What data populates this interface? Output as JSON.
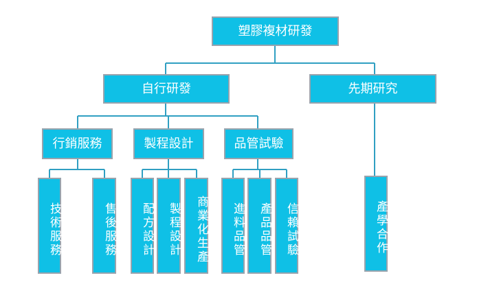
{
  "colors": {
    "box_fill": "#0fc0e6",
    "box_border": "#99a3ad",
    "connector": "#2f9fc2",
    "text": "#ffffff"
  },
  "nodes": {
    "root": "塑膠複材研發",
    "rd": "自行研發",
    "early": "先期研究",
    "marketing": "行銷服務",
    "process": "製程設計",
    "qa": "品管試驗",
    "tech_service": "技術服務",
    "after_sales": "售後服務",
    "formulation": "配方設計",
    "process_design": "製程設計",
    "commercial": "商業化生產",
    "incoming_qc": "進料品管",
    "product_qc": "產品品管",
    "reliability": "信賴試驗",
    "industry_academia": "產學合作"
  }
}
